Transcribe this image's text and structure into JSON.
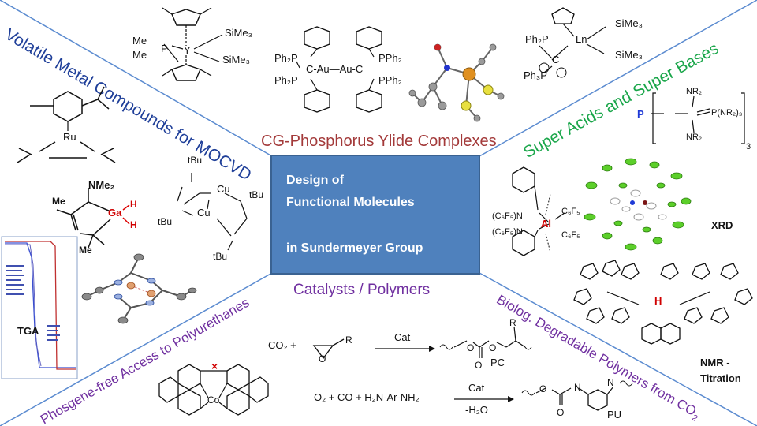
{
  "center": {
    "line1": "Design of",
    "line2": "Functional Molecules",
    "line3": "in Sundermeyer Group"
  },
  "sections": {
    "top_left": "Volatile Metal Compounds for MOCVD",
    "top_center": "CG-Phosphorus Ylide Complexes",
    "top_right": "Super Acids and Super Bases",
    "bottom_center": "Catalysts / Polymers",
    "bottom_left": "Phosgene-free  Access to Polyurethanes",
    "bottom_right_a": "Biolog. Degradable Polymers  from CO",
    "bottom_right_sub": "2"
  },
  "labels": {
    "tga": "TGA",
    "xrd": "XRD",
    "nmr1": "NMR -",
    "nmr2": "Titration",
    "pc": "PC",
    "pu": "PU",
    "cat1": "Cat",
    "cat2": "Cat",
    "minus_h2o": "-H₂O",
    "co2": "CO₂  +",
    "reaction2": "O₂  + CO  +  H₂N-Ar-NH₂"
  },
  "chem_text": {
    "simes3_a": "SiMe₃",
    "simes3_b": "SiMe₃",
    "me_a": "Me",
    "me_b": "Me",
    "p_y": "P",
    "y": "Y",
    "ph2p_a": "Ph₂P",
    "ph2p_b": "Ph₂P",
    "c_au": "C-Au—Au-C",
    "pph2_a": "PPh₂",
    "pph2_b": "PPh₂",
    "ph2p_ln": "Ph₂P",
    "ln": "Ln",
    "ln_simes3_a": "SiMe₃",
    "ln_simes3_b": "SiMe₃",
    "ph3p": "Ph₃P",
    "ylide_c": "C",
    "ru": "Ru",
    "nme2": "NMe₂",
    "ga": "Ga",
    "h1": "H",
    "h2": "H",
    "me_ga1": "Me",
    "me_ga2": "Me",
    "tbu1": "tBu",
    "tbu2": "tBu",
    "tbu3": "tBu",
    "tbu4": "tBu",
    "cu1": "Cu",
    "cu2": "Cu",
    "nr2_a": "NR₂",
    "nr2_b": "NR₂",
    "pnr2_3": "P(NR₂)₃",
    "p_blue": "P",
    "sub3": "3",
    "c6f5_1": "(C₆F₅)N",
    "c6f5_2": "(C₆F₅)N",
    "c6f5_3": "C₆F₅",
    "c6f5_4": "C₆F₅",
    "al": "Al",
    "co": "Co",
    "h_red": "H"
  },
  "colors": {
    "blue_heading": "#1f3f99",
    "green_heading": "#1aa64a",
    "red_heading": "#a33a3a",
    "purple_heading": "#7030a0",
    "center_box": "#4f81bd",
    "divider": "#5b8bd0"
  }
}
